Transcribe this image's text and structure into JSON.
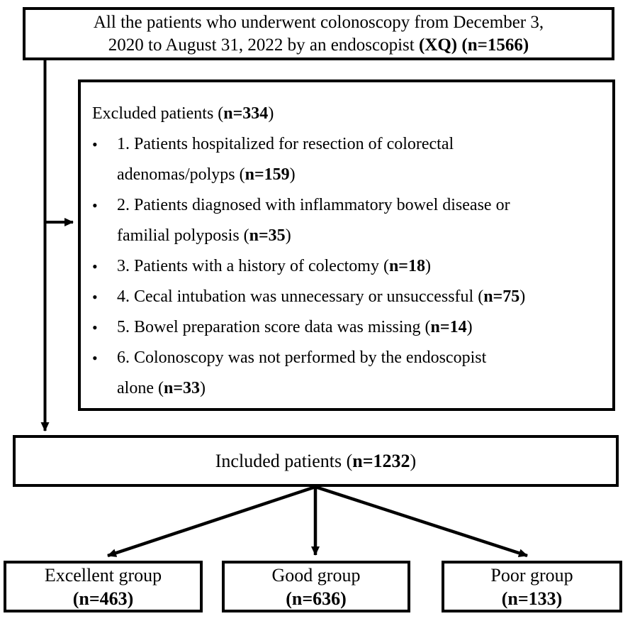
{
  "colors": {
    "line": "#000000",
    "background": "#ffffff",
    "text": "#000000"
  },
  "diagram": {
    "top": {
      "lines": [
        [
          {
            "t": "All the patients who underwent colonoscopy from December 3,"
          }
        ],
        [
          {
            "t": "2020 to August 31, 2022 by an endoscopist "
          },
          {
            "t": "(XQ)",
            "b": true
          },
          {
            "t": " "
          },
          {
            "t": "(n=1566)",
            "b": true
          }
        ]
      ]
    },
    "excluded": {
      "bullet": "•",
      "header": [
        {
          "t": "Excluded patients ("
        },
        {
          "t": "n=334",
          "b": true
        },
        {
          "t": ")"
        }
      ],
      "items": [
        {
          "lines": [
            [
              {
                "t": "1. Patients hospitalized for resection of colorectal"
              }
            ],
            [
              {
                "t": "adenomas/polyps ("
              },
              {
                "t": "n=159",
                "b": true
              },
              {
                "t": ")"
              }
            ]
          ]
        },
        {
          "lines": [
            [
              {
                "t": "2. Patients diagnosed with inflammatory bowel disease or"
              }
            ],
            [
              {
                "t": "familial polyposis ("
              },
              {
                "t": "n=35",
                "b": true
              },
              {
                "t": ")"
              }
            ]
          ]
        },
        {
          "lines": [
            [
              {
                "t": "3. Patients with a history of colectomy ("
              },
              {
                "t": "n=18",
                "b": true
              },
              {
                "t": ")"
              }
            ]
          ]
        },
        {
          "lines": [
            [
              {
                "t": "4. Cecal intubation was unnecessary or unsuccessful ("
              },
              {
                "t": "n=75",
                "b": true
              },
              {
                "t": ")"
              }
            ]
          ]
        },
        {
          "lines": [
            [
              {
                "t": "5. Bowel preparation score data was missing ("
              },
              {
                "t": "n=14",
                "b": true
              },
              {
                "t": ")"
              }
            ]
          ]
        },
        {
          "lines": [
            [
              {
                "t": "6. Colonoscopy was not performed by the endoscopist"
              }
            ],
            [
              {
                "t": "alone ("
              },
              {
                "t": "n=33",
                "b": true
              },
              {
                "t": ")"
              }
            ]
          ]
        }
      ]
    },
    "included": {
      "lines": [
        [
          {
            "t": "Included patients ("
          },
          {
            "t": "n=1232",
            "b": true
          },
          {
            "t": ")"
          }
        ]
      ]
    },
    "groups": [
      {
        "lines": [
          [
            {
              "t": "Excellent group"
            }
          ],
          [
            {
              "t": "(n=463)",
              "b": true
            }
          ]
        ]
      },
      {
        "lines": [
          [
            {
              "t": "Good group"
            }
          ],
          [
            {
              "t": "(n=636)",
              "b": true
            }
          ]
        ]
      },
      {
        "lines": [
          [
            {
              "t": "Poor group"
            }
          ],
          [
            {
              "t": "(n=133)",
              "b": true
            }
          ]
        ]
      }
    ]
  }
}
